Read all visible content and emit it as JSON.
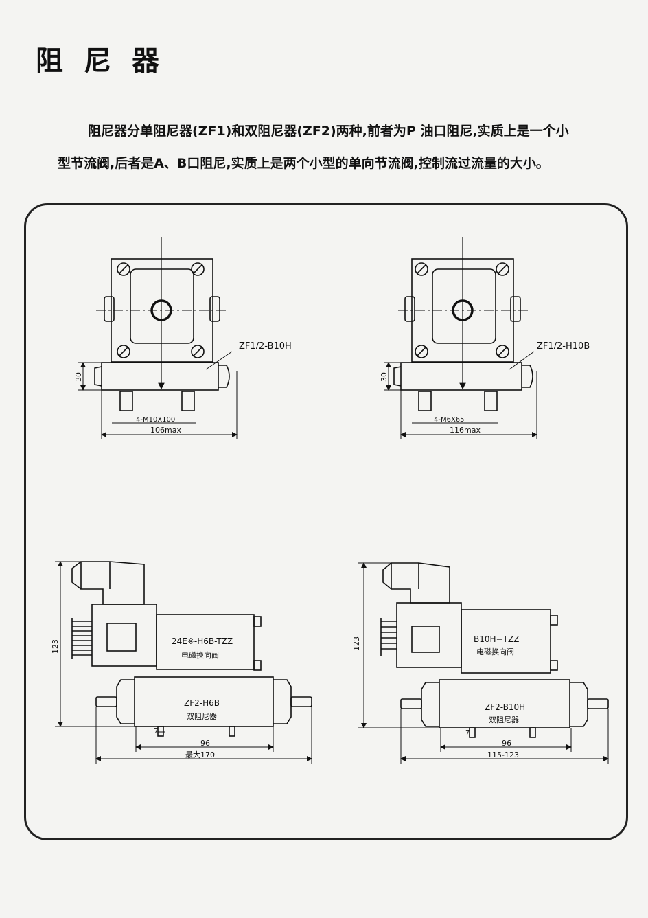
{
  "header": {
    "title": "阻尼器"
  },
  "intro": {
    "line1": "阻尼器分单阻尼器(ZF1)和双阻尼器(ZF2)两种,前者为P 油口阻尼,实质上是一个小",
    "line2": "型节流阀,后者是A、B口阻尼,实质上是两个小型的单向节流阀,控制流过流量的大小。"
  },
  "drawings": {
    "zf1_left": {
      "model": "ZF1/2-B10H",
      "height_dim": "30",
      "bolt": "4-M10X100",
      "width_dim": "106max"
    },
    "zf1_right": {
      "model": "ZF1/2-H10B",
      "height_dim": "30",
      "bolt": "4-M6X65",
      "width_dim": "116max"
    },
    "zf2_left": {
      "valve_model": "24E※-H6B-TZZ",
      "valve_name": "电磁换向阀",
      "damper_model": "ZF2-H6B",
      "damper_name": "双阻尼器",
      "height_dim": "123",
      "small_dim": "7",
      "width_dim": "96",
      "max_dim": "最大170"
    },
    "zf2_right": {
      "valve_model": "B10H−TZZ",
      "valve_name": "电磁换向阀",
      "damper_model": "ZF2-B10H",
      "damper_name": "双阻尼器",
      "height_dim": "123",
      "small_dim": "7",
      "width_dim": "96",
      "max_dim": "115-123"
    }
  }
}
